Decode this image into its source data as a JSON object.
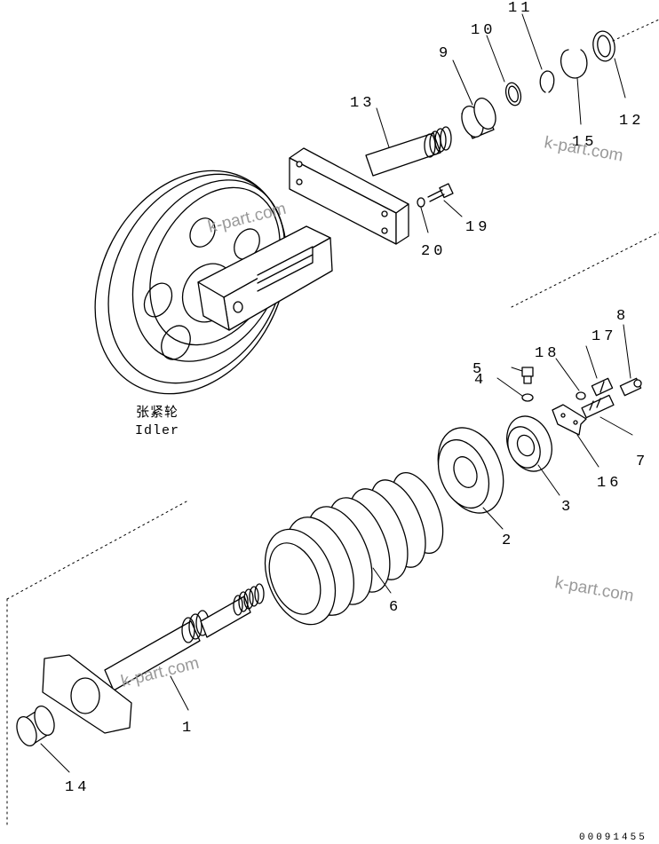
{
  "callouts": {
    "c1": "1",
    "c2": "2",
    "c3": "3",
    "c4": "4",
    "c5": "5",
    "c6": "6",
    "c7": "7",
    "c8": "8",
    "c9": "9",
    "c10": "10",
    "c11": "11",
    "c12": "12",
    "c13": "13",
    "c14": "14",
    "c15": "15",
    "c16": "16",
    "c17": "17",
    "c18": "18",
    "c19": "19",
    "c20": "20"
  },
  "idler_caption": {
    "cn": "张紧轮",
    "en": "Idler"
  },
  "watermark": "k-part.com",
  "doc_number": "00091455"
}
